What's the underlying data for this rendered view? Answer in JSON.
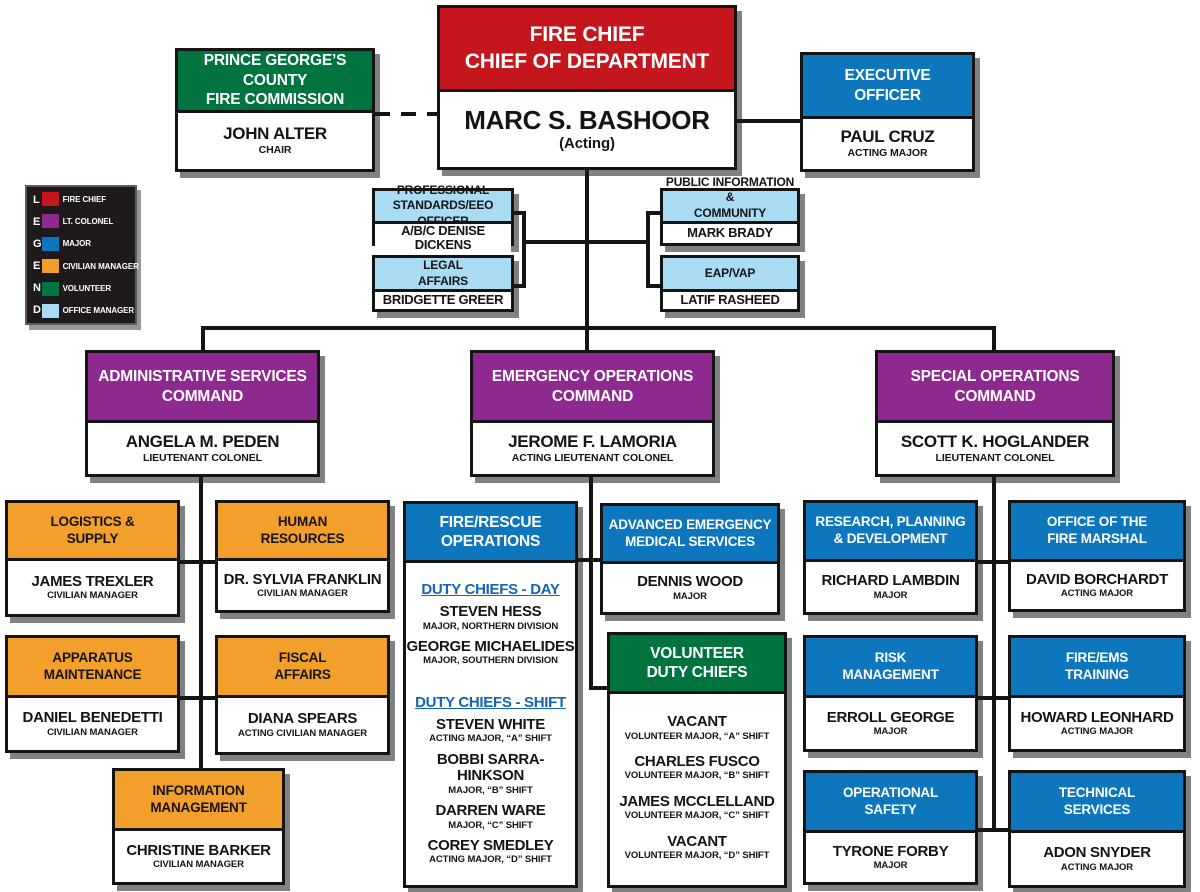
{
  "palette": {
    "fire_chief_red": "#C4161C",
    "lt_colonel_purple": "#8E2A8F",
    "major_blue": "#0E76BC",
    "civilian_manager_orange": "#F2A02B",
    "volunteer_green": "#00743F",
    "office_manager_light_blue": "#A9DBF3",
    "line_black": "#141414"
  },
  "legend": {
    "letters": [
      "L",
      "E",
      "G",
      "E",
      "N",
      "D"
    ],
    "items": [
      {
        "label": "FIRE CHIEF",
        "color": "#C4161C"
      },
      {
        "label": "LT. COLONEL",
        "color": "#8E2A8F"
      },
      {
        "label": "MAJOR",
        "color": "#0E76BC"
      },
      {
        "label": "CIVILIAN MANAGER",
        "color": "#F2A02B"
      },
      {
        "label": "VOLUNTEER",
        "color": "#00743F"
      },
      {
        "label": "OFFICE MANAGER",
        "color": "#A9DBF3"
      }
    ]
  },
  "nodes": {
    "fire_commission": {
      "title": "PRINCE GEORGE’S COUNTY\nFIRE COMMISSION",
      "name": "JOHN ALTER",
      "subtitle": "CHAIR"
    },
    "fire_chief": {
      "title": "FIRE CHIEF\nCHIEF OF DEPARTMENT",
      "name": "MARC S. BASHOOR",
      "subtitle": "(Acting)"
    },
    "executive_officer": {
      "title": "EXECUTIVE\nOFFICER",
      "name": "PAUL CRUZ",
      "subtitle": "ACTING MAJOR"
    },
    "professional_standards": {
      "title": "PROFESSIONAL\nSTANDARDS/EEO OFFICER",
      "name": "A/B/C DENISE DICKENS"
    },
    "legal_affairs": {
      "title": "LEGAL\nAFFAIRS",
      "name": "BRIDGETTE GREER"
    },
    "public_information": {
      "title": "PUBLIC INFORMATION &\nCOMMUNITY OUTREACH",
      "name": "MARK BRADY"
    },
    "eap_vap": {
      "title": "EAP/VAP",
      "name": "LATIF RASHEED"
    },
    "admin_services_command": {
      "title": "ADMINISTRATIVE SERVICES\nCOMMAND",
      "name": "ANGELA M. PEDEN",
      "subtitle": "LIEUTENANT COLONEL"
    },
    "emergency_ops_command": {
      "title": "EMERGENCY OPERATIONS\nCOMMAND",
      "name": "JEROME F. LAMORIA",
      "subtitle": "ACTING LIEUTENANT COLONEL"
    },
    "special_ops_command": {
      "title": "SPECIAL OPERATIONS\nCOMMAND",
      "name": "SCOTT K. HOGLANDER",
      "subtitle": "LIEUTENANT COLONEL"
    },
    "logistics_supply": {
      "title": "LOGISTICS &\nSUPPLY",
      "name": "JAMES TREXLER",
      "subtitle": "CIVILIAN MANAGER"
    },
    "human_resources": {
      "title": "HUMAN\nRESOURCES",
      "name": "DR. SYLVIA FRANKLIN",
      "subtitle": "CIVILIAN MANAGER"
    },
    "apparatus_maintenance": {
      "title": "APPARATUS\nMAINTENANCE",
      "name": "DANIEL BENEDETTI",
      "subtitle": "CIVILIAN MANAGER"
    },
    "fiscal_affairs": {
      "title": "FISCAL\nAFFAIRS",
      "name": "DIANA SPEARS",
      "subtitle": "ACTING CIVILIAN MANAGER"
    },
    "information_management": {
      "title": "INFORMATION\nMANAGEMENT",
      "name": "CHRISTINE BARKER",
      "subtitle": "CIVILIAN MANAGER"
    },
    "fire_rescue_operations": {
      "title": "FIRE/RESCUE\nOPERATIONS",
      "sections": [
        {
          "heading": "DUTY CHIEFS - DAY",
          "entries": [
            {
              "name": "STEVEN HESS",
              "title": "MAJOR, NORTHERN DIVISION"
            },
            {
              "name": "GEORGE MICHAELIDES",
              "title": "MAJOR, SOUTHERN DIVISION"
            }
          ]
        },
        {
          "heading": "DUTY CHIEFS - SHIFT",
          "entries": [
            {
              "name": "STEVEN WHITE",
              "title": "ACTING MAJOR, “A” SHIFT"
            },
            {
              "name": "BOBBI SARRA-HINKSON",
              "title": "MAJOR, “B” SHIFT"
            },
            {
              "name": "DARREN WARE",
              "title": "MAJOR, “C” SHIFT"
            },
            {
              "name": "COREY SMEDLEY",
              "title": "ACTING MAJOR, “D” SHIFT"
            }
          ]
        }
      ]
    },
    "advanced_ems": {
      "title": "ADVANCED EMERGENCY\nMEDICAL SERVICES",
      "name": "DENNIS WOOD",
      "subtitle": "MAJOR"
    },
    "volunteer_duty_chiefs": {
      "title": "VOLUNTEER\nDUTY CHIEFS",
      "entries": [
        {
          "name": "VACANT",
          "title": "VOLUNTEER MAJOR, “A” SHIFT"
        },
        {
          "name": "CHARLES FUSCO",
          "title": "VOLUNTEER MAJOR, “B” SHIFT"
        },
        {
          "name": "JAMES MCCLELLAND",
          "title": "VOLUNTEER MAJOR, “C” SHIFT"
        },
        {
          "name": "VACANT",
          "title": "VOLUNTEER MAJOR, “D” SHIFT"
        }
      ]
    },
    "research_planning": {
      "title": "RESEARCH, PLANNING\n& DEVELOPMENT",
      "name": "RICHARD LAMBDIN",
      "subtitle": "MAJOR"
    },
    "fire_marshal": {
      "title": "OFFICE OF THE\nFIRE MARSHAL",
      "name": "DAVID BORCHARDT",
      "subtitle": "ACTING MAJOR"
    },
    "risk_management": {
      "title": "RISK\nMANAGEMENT",
      "name": "ERROLL GEORGE",
      "subtitle": "MAJOR"
    },
    "fire_ems_training": {
      "title": "FIRE/EMS\nTRAINING",
      "name": "HOWARD LEONHARD",
      "subtitle": "ACTING MAJOR"
    },
    "operational_safety": {
      "title": "OPERATIONAL\nSAFETY",
      "name": "TYRONE FORBY",
      "subtitle": "MAJOR"
    },
    "technical_services": {
      "title": "TECHNICAL\nSERVICES",
      "name": "ADON SNYDER",
      "subtitle": "ACTING MAJOR"
    }
  }
}
